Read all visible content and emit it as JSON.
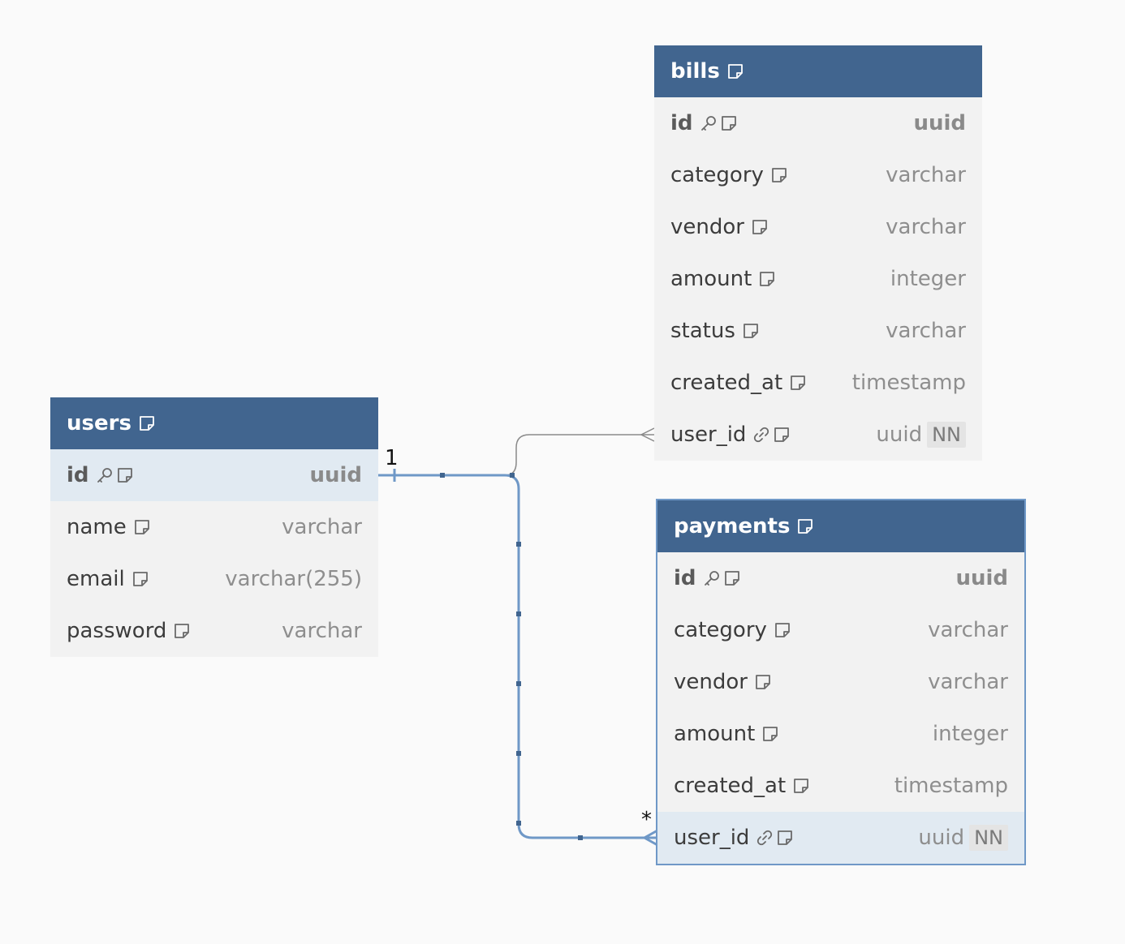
{
  "tables": [
    {
      "name": "bills",
      "columns": [
        {
          "name": "id",
          "type": "uuid",
          "pk": true,
          "fk": false,
          "nn": false
        },
        {
          "name": "category",
          "type": "varchar",
          "pk": false,
          "fk": false,
          "nn": false
        },
        {
          "name": "vendor",
          "type": "varchar",
          "pk": false,
          "fk": false,
          "nn": false
        },
        {
          "name": "amount",
          "type": "integer",
          "pk": false,
          "fk": false,
          "nn": false
        },
        {
          "name": "status",
          "type": "varchar",
          "pk": false,
          "fk": false,
          "nn": false
        },
        {
          "name": "created_at",
          "type": "timestamp",
          "pk": false,
          "fk": false,
          "nn": false
        },
        {
          "name": "user_id",
          "type": "uuid",
          "pk": false,
          "fk": true,
          "nn": true
        }
      ]
    },
    {
      "name": "users",
      "columns": [
        {
          "name": "id",
          "type": "uuid",
          "pk": true,
          "fk": false,
          "nn": false,
          "highlight": true
        },
        {
          "name": "name",
          "type": "varchar",
          "pk": false,
          "fk": false,
          "nn": false
        },
        {
          "name": "email",
          "type": "varchar(255)",
          "pk": false,
          "fk": false,
          "nn": false
        },
        {
          "name": "password",
          "type": "varchar",
          "pk": false,
          "fk": false,
          "nn": false
        }
      ]
    },
    {
      "name": "payments",
      "selected": true,
      "columns": [
        {
          "name": "id",
          "type": "uuid",
          "pk": true,
          "fk": false,
          "nn": false
        },
        {
          "name": "category",
          "type": "varchar",
          "pk": false,
          "fk": false,
          "nn": false
        },
        {
          "name": "vendor",
          "type": "varchar",
          "pk": false,
          "fk": false,
          "nn": false
        },
        {
          "name": "amount",
          "type": "integer",
          "pk": false,
          "fk": false,
          "nn": false
        },
        {
          "name": "created_at",
          "type": "timestamp",
          "pk": false,
          "fk": false,
          "nn": false
        },
        {
          "name": "user_id",
          "type": "uuid",
          "pk": false,
          "fk": true,
          "nn": true,
          "highlight": true
        }
      ]
    }
  ],
  "nn_label": "NN",
  "relationships": [
    {
      "from": "users.id",
      "to": "bills.user_id",
      "from_cardinality": "",
      "to_cardinality": "",
      "highlighted": false
    },
    {
      "from": "users.id",
      "to": "payments.user_id",
      "from_cardinality": "1",
      "to_cardinality": "*",
      "highlighted": true
    }
  ],
  "icons": {
    "note": "note-icon",
    "pk": "key-icon",
    "fk": "link-icon"
  },
  "colors": {
    "header": "#41658f",
    "highlight_row": "#e1eaf2",
    "relation_active": "#6f98c7",
    "relation_inactive": "#8a8a8a",
    "background": "#fafafa"
  }
}
